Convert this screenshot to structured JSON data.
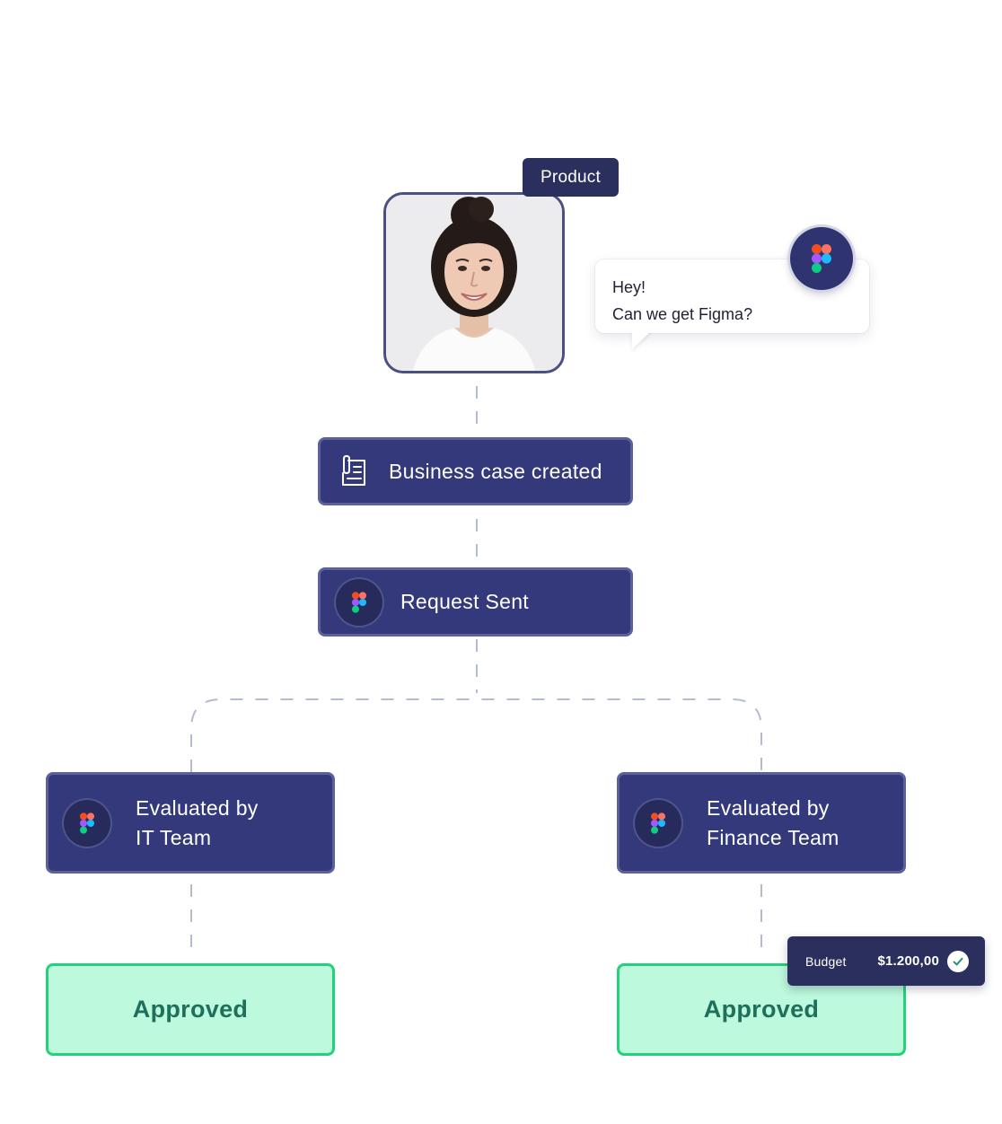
{
  "tag": {
    "label": "Product"
  },
  "chat": {
    "line1": "Hey!",
    "line2": "Can we get Figma?"
  },
  "steps": {
    "business_case": "Business case created",
    "request": "Request Sent",
    "it": {
      "line1": "Evaluated by",
      "line2": "IT Team"
    },
    "finance": {
      "line1": "Evaluated by",
      "line2": "Finance Team"
    }
  },
  "results": {
    "left": "Approved",
    "right": "Approved"
  },
  "budget": {
    "label": "Budget",
    "value": "$1.200,00"
  },
  "icons": {
    "app_logo": "figma-logo-icon",
    "document": "document-clip-icon",
    "check": "check-circle-icon"
  },
  "colors": {
    "node_bg": "#33397a",
    "node_border": "#5d6199",
    "approved_bg": "#bdf9dd",
    "approved_border": "#22d37a",
    "approved_text": "#1f6f5d",
    "connector": "#b4bccf"
  }
}
